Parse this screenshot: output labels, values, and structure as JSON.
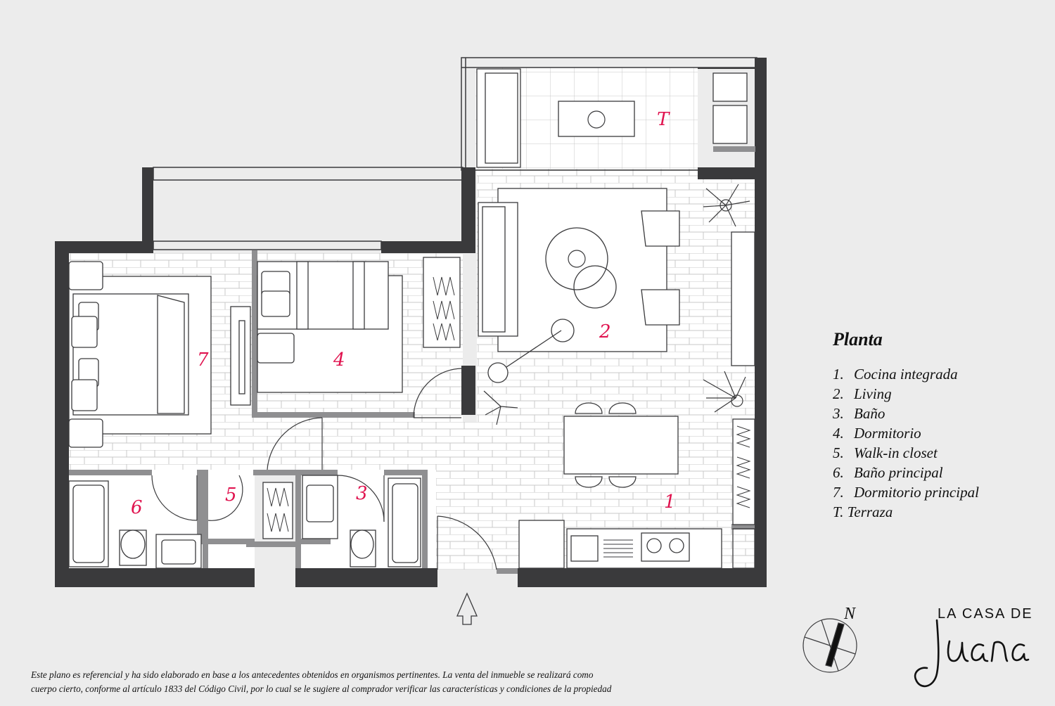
{
  "legend": {
    "title": "Planta",
    "items": [
      {
        "num": "1.",
        "label": "Cocina integrada"
      },
      {
        "num": "2.",
        "label": "Living"
      },
      {
        "num": "3.",
        "label": "Baño"
      },
      {
        "num": "4.",
        "label": "Dormitorio"
      },
      {
        "num": "5.",
        "label": "Walk-in closet"
      },
      {
        "num": "6.",
        "label": "Baño principal"
      },
      {
        "num": "7.",
        "label": "Dormitorio principal"
      },
      {
        "num": "T.",
        "label": "Terraza"
      }
    ]
  },
  "rooms": {
    "r1": "1",
    "r2": "2",
    "r3": "3",
    "r4": "4",
    "r5": "5",
    "r6": "6",
    "r7": "7",
    "rT": "T"
  },
  "compass": {
    "north": "N"
  },
  "disclaimer": {
    "line1": "Este plano es referencial y ha sido elaborado en base a los antecedentes obtenidos en organismos pertinentes.  La venta del inmueble se realizará como",
    "line2": "cuerpo cierto,  conforme al artículo 1833 del Código Civil, por lo cual se le sugiere al comprador verificar las características y condiciones de la propiedad"
  },
  "brand": {
    "top": "LA CASA DE",
    "script": "Juana"
  },
  "colors": {
    "wall": "#3a3a3c",
    "room_number": "#e0134f",
    "background": "#ececec",
    "floor_line": "#c9c9c9"
  }
}
